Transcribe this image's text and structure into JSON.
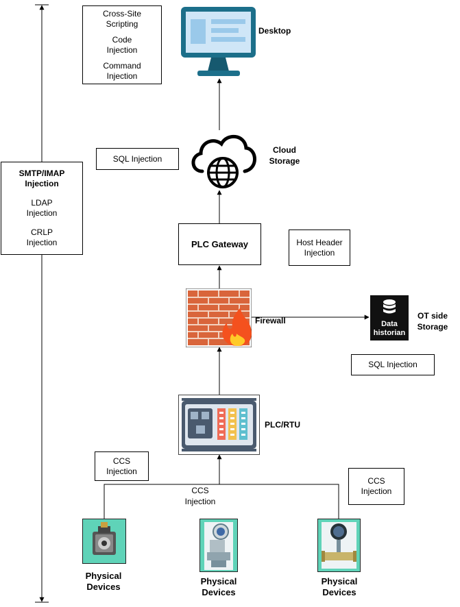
{
  "side_box": {
    "items": [
      "SMTP/IMAP Injection",
      "LDAP Injection",
      "CRLP Injection"
    ]
  },
  "top_box": {
    "items": [
      "Cross-Site Scripting",
      "Code Injection",
      "Command Injection"
    ]
  },
  "nodes": {
    "desktop": "Desktop",
    "cloud_line1": "Cloud",
    "cloud_line2": "Storage",
    "plc_gateway": "PLC Gateway",
    "firewall": "Firewall",
    "plc_rtu": "PLC/RTU",
    "ot_line1": "OT side",
    "ot_line2": "Storage",
    "historian_line1": "Data",
    "historian_line2": "historian",
    "device_line1": "Physical",
    "device_line2": "Devices"
  },
  "attacks": {
    "sql_cloud": "SQL Injection",
    "host_header_line1": "Host Header",
    "host_header_line2": "Injection",
    "sql_ot": "SQL Injection",
    "ccs_left_line1": "CCS",
    "ccs_left_line2": "Injection",
    "ccs_center_line1": "CCS",
    "ccs_center_line2": "Injection",
    "ccs_right_line1": "CCS",
    "ccs_right_line2": "Injection"
  },
  "colors": {
    "monitor_body": "#1c6f8a",
    "monitor_screen": "#cfe6f7",
    "brick": "#d9653b",
    "flame_outer": "#f4511e",
    "flame_inner": "#ffca28",
    "plc_panel": "#4a5a6e",
    "device_bg": "#5fd3b8",
    "historian_bg": "#111111"
  }
}
